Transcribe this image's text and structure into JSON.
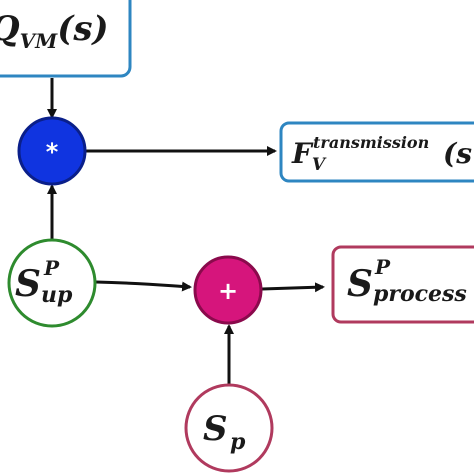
{
  "nodes": {
    "q_vm": {
      "main": "Q",
      "sub": "VM",
      "arg": "(s)",
      "color": "#2e86c1"
    },
    "multiply": {
      "symbol": "*",
      "fill": "#1034e0",
      "stroke": "#0a1f8a"
    },
    "f_transmission": {
      "main": "F",
      "sub": "V",
      "sup": "transmission",
      "arg": "(s",
      "color": "#2e86c1"
    },
    "s_up": {
      "main": "S",
      "sup": "P",
      "sub": "up",
      "color": "#2e8b2e"
    },
    "add": {
      "symbol": "+",
      "fill": "#d6157c",
      "stroke": "#8a0a4c"
    },
    "s_process": {
      "main": "S",
      "sup": "P",
      "sub": "process",
      "color": "#b03a5e"
    },
    "s_p": {
      "main": "S",
      "sub": "p",
      "color": "#b03a5e"
    }
  },
  "edge_color": "#111111"
}
